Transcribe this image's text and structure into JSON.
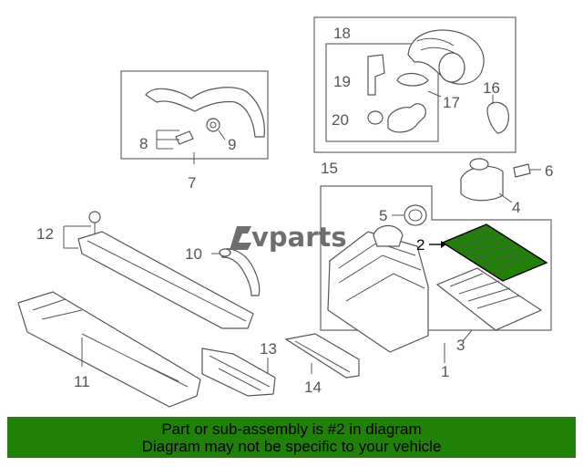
{
  "diagram": {
    "callouts": {
      "c1": "1",
      "c2": "2",
      "c3": "3",
      "c4": "4",
      "c5": "5",
      "c6": "6",
      "c7": "7",
      "c8": "8",
      "c9": "9",
      "c10": "10",
      "c11": "11",
      "c12": "12",
      "c13": "13",
      "c14": "14",
      "c15": "15",
      "c16": "16",
      "c17": "17",
      "c18": "18",
      "c19": "19",
      "c20": "20"
    },
    "highlighted_part": "2",
    "highlight_color": "#208008"
  },
  "watermark": {
    "brand": "vparts",
    "icon": "lv-logo-icon"
  },
  "banner": {
    "line1": "Part or sub-assembly is #2 in diagram",
    "line2": "Diagram may not be specific to your vehicle",
    "color": "#208008"
  }
}
